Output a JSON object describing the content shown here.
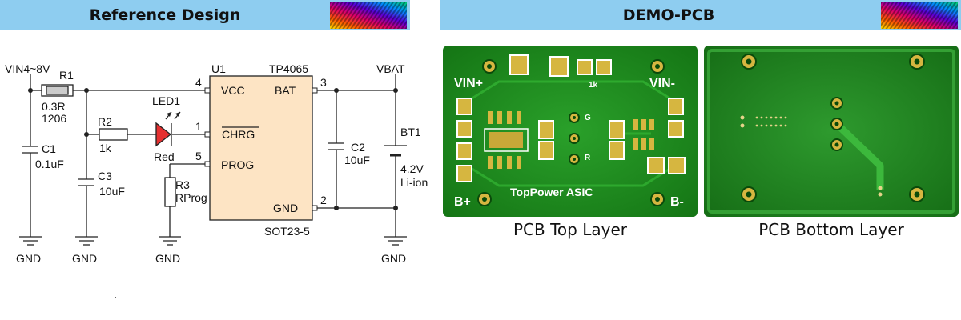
{
  "headers": {
    "left": "Reference Design",
    "right": "DEMO-PCB"
  },
  "schematic": {
    "vin": "VIN4~8V",
    "r1": {
      "ref": "R1",
      "value": "0.3R",
      "package": "1206"
    },
    "c1": {
      "ref": "C1",
      "value": "0.1uF"
    },
    "c3": {
      "ref": "C3",
      "value": "10uF"
    },
    "r2": {
      "ref": "R2",
      "value": "1k"
    },
    "led1": {
      "ref": "LED1",
      "value": "Red"
    },
    "r3": {
      "ref": "R3",
      "value": "RProg"
    },
    "u1": {
      "ref": "U1",
      "part": "TP4065",
      "package": "SOT23-5",
      "pins": {
        "vcc": {
          "num": "4",
          "name": "VCC"
        },
        "chrg": {
          "num": "1",
          "name": "CHRG"
        },
        "prog": {
          "num": "5",
          "name": "PROG"
        },
        "bat": {
          "num": "3",
          "name": "BAT"
        },
        "gnd": {
          "num": "2",
          "name": "GND"
        }
      }
    },
    "vbat": "VBAT",
    "c2": {
      "ref": "C2",
      "value": "10uF"
    },
    "bt1": {
      "ref": "BT1",
      "voltage": "4.2V",
      "type": "Li-ion"
    },
    "gnd_label": "GND"
  },
  "pcb_top": {
    "vin_plus": "VIN+",
    "vin_minus": "VIN-",
    "r_label": "1k",
    "g_label": "G",
    "r_mark": "R",
    "b_plus": "B+",
    "b_minus": "B-",
    "brand": "TopPower  ASIC",
    "caption": "PCB Top Layer"
  },
  "pcb_bottom": {
    "caption": "PCB Bottom Layer"
  },
  "colors": {
    "header_bg": "#8ecdf0",
    "pcb_green": "#1f8a1f",
    "pad_gold": "#d6b640",
    "silk": "#ffffff",
    "ic_fill": "#fde4c4",
    "led_red": "#e53030"
  }
}
